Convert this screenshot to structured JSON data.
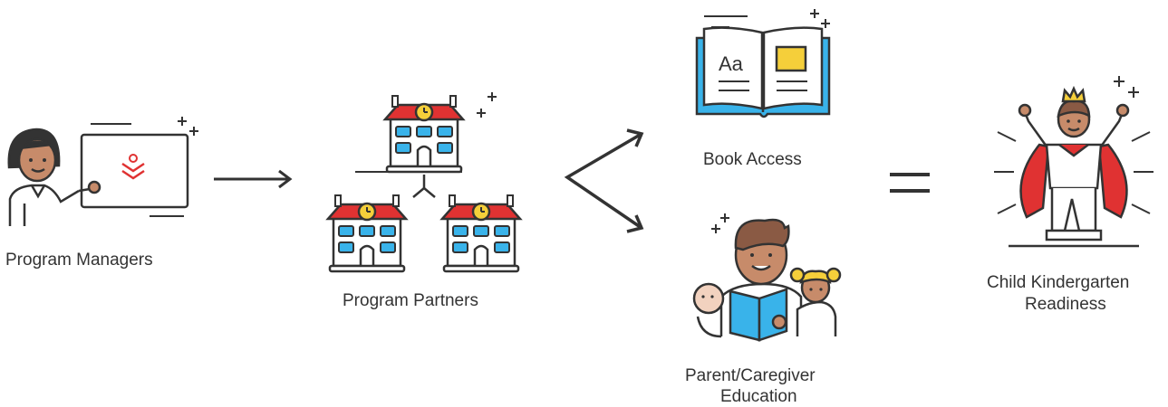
{
  "nodes": {
    "program_managers": {
      "label": "Program Managers"
    },
    "program_partners": {
      "label": "Program Partners"
    },
    "book_access": {
      "label": "Book Access",
      "book_text": "Aa"
    },
    "parent_education": {
      "label_line1": "Parent/Caregiver",
      "label_line2": "Education"
    },
    "child_readiness": {
      "label_line1": "Child Kindergarten",
      "label_line2": "Readiness"
    }
  },
  "colors": {
    "stroke": "#333333",
    "red": "#e03232",
    "blue": "#39b3ea",
    "yellow": "#f5cf3a",
    "skin": "#c78b6a"
  }
}
